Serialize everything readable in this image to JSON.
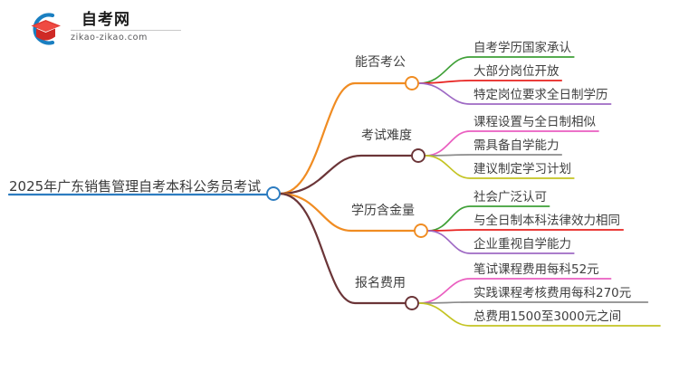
{
  "logo": {
    "name_cn": "自考网",
    "url": "zikao-zikao.com",
    "mark_colors": {
      "arc": "#1a7fc1",
      "cap": "#e03a33"
    },
    "icon": "graduation-cap-logo-icon"
  },
  "mindmap": {
    "root": {
      "label": "2025年广东销售管理自考本科公务员考试",
      "line_color": "#2c7cc0",
      "node_color": "#2c7cc0"
    },
    "branches": [
      {
        "label": "能否考公",
        "line_color": "#f08c22",
        "node_color": "#f08c22",
        "children": [
          {
            "label": "自考学历国家承认",
            "color": "#3fa037"
          },
          {
            "label": "大部分岗位开放",
            "color": "#e8221f"
          },
          {
            "label": "特定岗位要求全日制学历",
            "color": "#9e69c4"
          }
        ]
      },
      {
        "label": "考试难度",
        "line_color": "#6b3538",
        "node_color": "#6b3538",
        "children": [
          {
            "label": "课程设置与全日制相似",
            "color": "#ea5fc0"
          },
          {
            "label": "需具备自学能力",
            "color": "#8c8c8c"
          },
          {
            "label": "建议制定学习计划",
            "color": "#c4c423"
          }
        ]
      },
      {
        "label": "学历含金量",
        "line_color": "#f08c22",
        "node_color": "#f08c22",
        "children": [
          {
            "label": "社会广泛认可",
            "color": "#3fa037"
          },
          {
            "label": "与全日制本科法律效力相同",
            "color": "#e8221f"
          },
          {
            "label": "企业重视自学能力",
            "color": "#9e69c4"
          }
        ]
      },
      {
        "label": "报名费用",
        "line_color": "#6b3538",
        "node_color": "#6b3538",
        "children": [
          {
            "label": "笔试课程费用每科52元",
            "color": "#ea5fc0"
          },
          {
            "label": "实践课程考核费用每科270元",
            "color": "#8c8c8c"
          },
          {
            "label": "总费用1500至3000元之间",
            "color": "#c4c423"
          }
        ]
      }
    ]
  }
}
